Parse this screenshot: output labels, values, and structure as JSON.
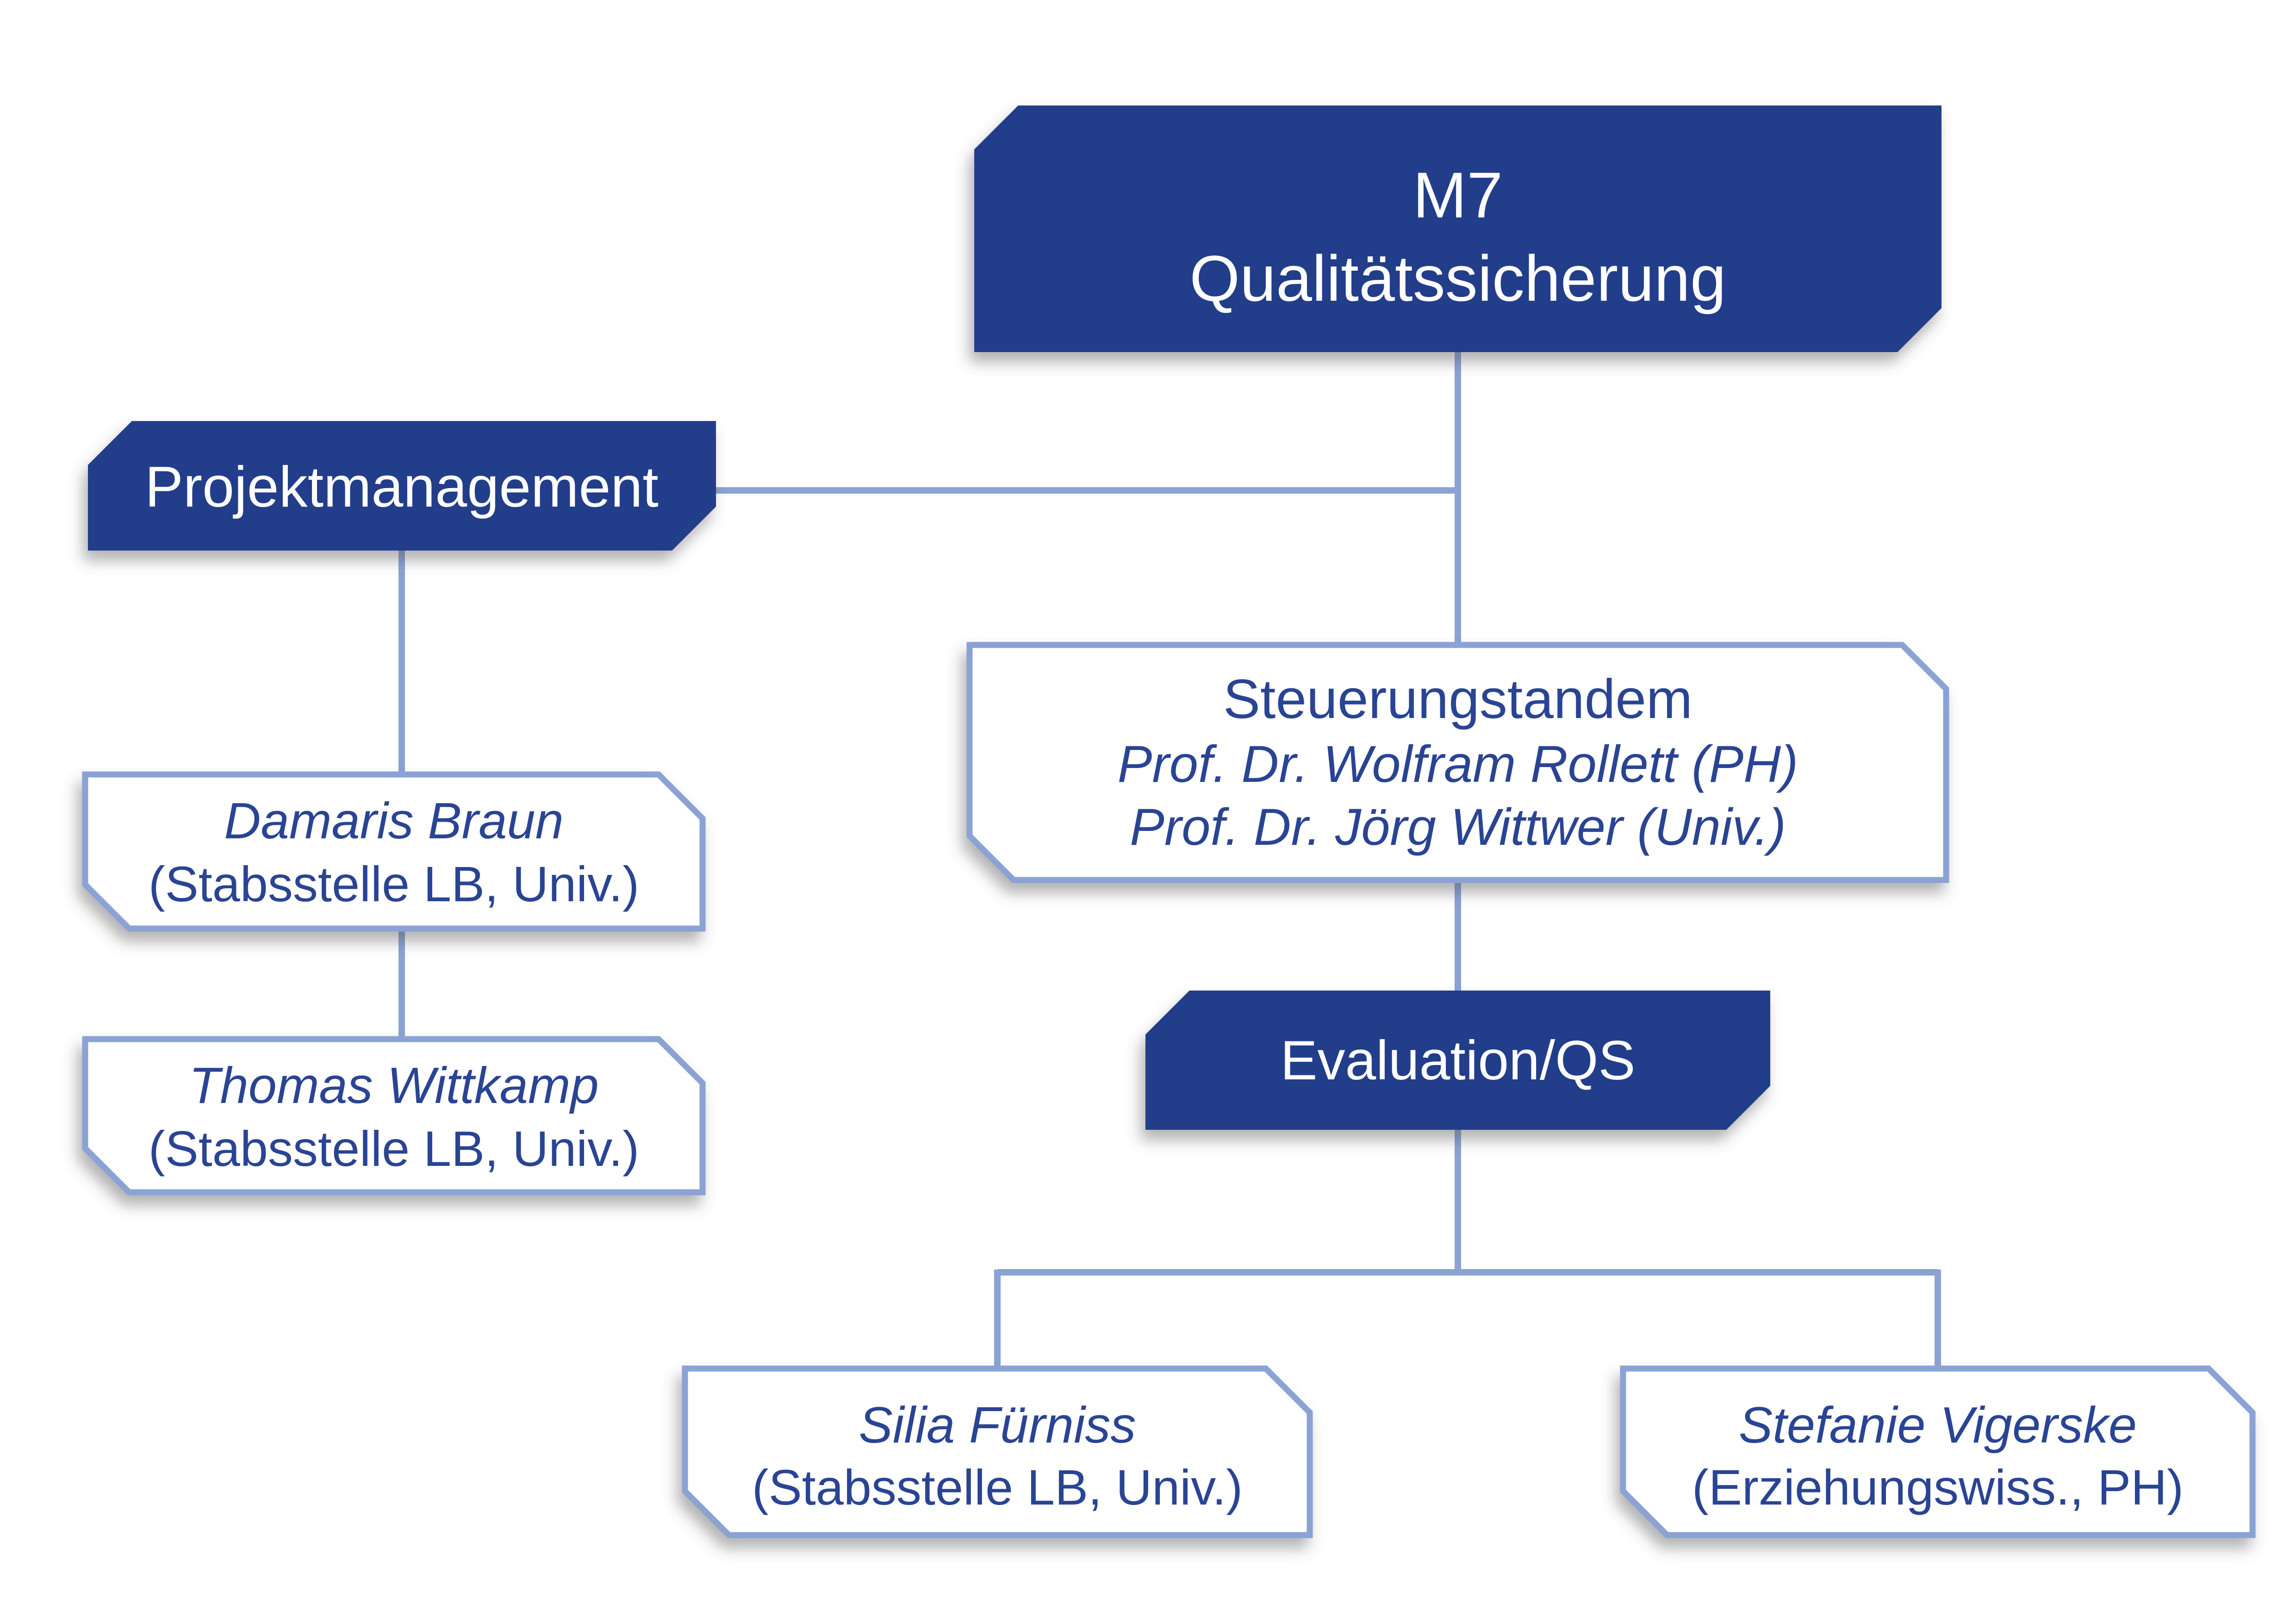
{
  "colors": {
    "background": "#FFFFFF",
    "box_fill_dark": "#223C8A",
    "box_fill_light": "#FFFFFF",
    "line_light": "#8BA2D4",
    "text_white": "#FFFFFF",
    "text_blue": "#2A4494"
  },
  "nodes": {
    "m7": {
      "line1": "M7",
      "line2": "Qualitätssicherung"
    },
    "projektmanagement": {
      "label": "Projektmanagement"
    },
    "steuerungstandem": {
      "title": "Steuerungstandem",
      "member1": "Prof. Dr. Wolfram Rollett (PH)",
      "member2": "Prof. Dr. Jörg Wittwer (Univ.)"
    },
    "damaris_braun": {
      "name": "Damaris Braun",
      "affiliation": "(Stabsstelle LB, Univ.)"
    },
    "thomas_wittkamp": {
      "name": "Thomas Wittkamp",
      "affiliation": "(Stabsstelle LB, Univ.)"
    },
    "evaluation_qs": {
      "label": "Evaluation/QS"
    },
    "silia_fuerniss": {
      "name": "Silia Fürniss",
      "affiliation": "(Stabsstelle LB, Univ.)"
    },
    "stefanie_vigerske": {
      "name": "Stefanie Vigerske",
      "affiliation": "(Erziehungswiss., PH)"
    }
  }
}
